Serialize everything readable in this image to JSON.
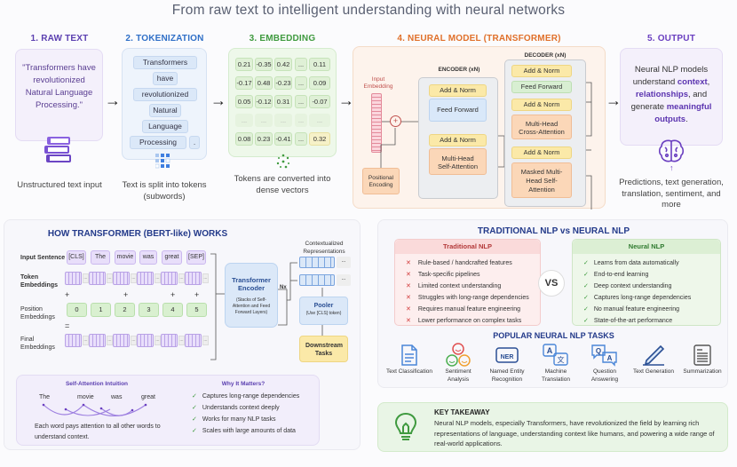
{
  "title": "From raw text to intelligent understanding with neural networks",
  "colors": {
    "raw": "#5b3fb0",
    "tokenization": "#2f6fc7",
    "embedding": "#3f9a3f",
    "neural": "#e0702a",
    "output": "#6a3fc0",
    "section": "#233a8a"
  },
  "stages": {
    "raw": {
      "heading": "1. RAW TEXT",
      "text": "\"Transformers have revolutionized Natural Language Processing.\"",
      "icon": "books-icon",
      "caption": "Unstructured text input"
    },
    "tokenization": {
      "heading": "2. TOKENIZATION",
      "tokens": [
        "Transformers",
        "have",
        "revolutionized",
        "Natural",
        "Language",
        "Processing",
        "."
      ],
      "icon": "token-grid-icon",
      "caption": "Text is split into tokens (subwords)"
    },
    "embedding": {
      "heading": "3. EMBEDDING",
      "rows": [
        [
          "0.21",
          "-0.35",
          "0.42",
          "...",
          "0.11"
        ],
        [
          "-0.17",
          "0.48",
          "-0.23",
          "...",
          "0.09"
        ],
        [
          "0.05",
          "-0.12",
          "0.31",
          "...",
          "-0.07"
        ],
        [
          "...",
          "...",
          "...",
          "...",
          "..."
        ],
        [
          "0.08",
          "0.23",
          "-0.41",
          "...",
          "0.32"
        ]
      ],
      "icon": "dots-cluster-icon",
      "caption": "Tokens are converted into dense vectors"
    },
    "neural": {
      "heading": "4. NEURAL MODEL (TRANSFORMER)",
      "input_embedding": "Input Embedding",
      "positional_encoding": "Positional Encoding",
      "encoder_label": "ENCODER (xN)",
      "decoder_label": "DECODER (xN)",
      "encoder_blocks": [
        "Add & Norm",
        "Feed Forward",
        "Add & Norm",
        "Multi-Head Self-Attention"
      ],
      "decoder_blocks": [
        "Add & Norm",
        "Feed Forward",
        "Add & Norm",
        "Multi-Head Cross-Attention",
        "Add & Norm",
        "Masked Multi-Head Self-Attention"
      ]
    },
    "output": {
      "heading": "5. OUTPUT",
      "text_parts": [
        "Neural NLP models understand ",
        "context",
        ", ",
        "relationships",
        ", and generate ",
        "meaningful outputs",
        "."
      ],
      "icon": "brain-icon",
      "caption": "Predictions, text generation, translation, sentiment, and more"
    }
  },
  "bert": {
    "heading": "HOW TRANSFORMER (BERT-like) WORKS",
    "row_labels": [
      "Input Sentence",
      "Token Embeddings",
      "Position Embeddings",
      "Final Embeddings"
    ],
    "words": [
      "[CLS]",
      "The",
      "movie",
      "was",
      "great",
      "[SEP]"
    ],
    "positions": [
      "0",
      "1",
      "2",
      "3",
      "4",
      "5"
    ],
    "plus": "+",
    "equals": "=",
    "encoder_title": "Transformer Encoder",
    "encoder_sub": "(Stacks of Self-Attention and Feed Forward Layers)",
    "nx": "Nx",
    "ctx_label": "Contextualized Representations",
    "ellipsis": "...",
    "pooler_title": "Pooler",
    "pooler_sub": "(Use [CLS] token)",
    "downstream": "Downstream Tasks",
    "attention": {
      "heading": "Self-Attention Intuition",
      "words": [
        "The",
        "movie",
        "was",
        "great"
      ],
      "caption": "Each word pays attention to all other words to understand context."
    },
    "why": {
      "heading": "Why It Matters?",
      "items": [
        "Captures long-range dependencies",
        "Understands context deeply",
        "Works for many NLP tasks",
        "Scales with large amounts of data"
      ]
    }
  },
  "compare": {
    "heading": "TRADITIONAL NLP vs NEURAL NLP",
    "vs": "VS",
    "traditional": {
      "title": "Traditional NLP",
      "items": [
        "Rule-based / handcrafted features",
        "Task-specific pipelines",
        "Limited context understanding",
        "Struggles with long-range dependencies",
        "Requires manual feature engineering",
        "Lower performance on complex tasks"
      ]
    },
    "neural": {
      "title": "Neural NLP",
      "items": [
        "Learns from data automatically",
        "End-to-end learning",
        "Deep context understanding",
        "Captures long-range dependencies",
        "No manual feature engineering",
        "State-of-the-art performance"
      ]
    }
  },
  "tasks": {
    "heading": "POPULAR NEURAL NLP TASKS",
    "items": [
      {
        "label": "Text Classification",
        "icon": "document-icon"
      },
      {
        "label": "Sentiment Analysis",
        "icon": "emoji-faces-icon"
      },
      {
        "label": "Named Entity Recognition",
        "icon": "ner-icon",
        "badge": "NER"
      },
      {
        "label": "Machine Translation",
        "icon": "translate-icon"
      },
      {
        "label": "Question Answering",
        "icon": "qa-bubbles-icon"
      },
      {
        "label": "Text Generation",
        "icon": "pen-icon"
      },
      {
        "label": "Summarization",
        "icon": "summary-doc-icon"
      }
    ]
  },
  "takeaway": {
    "heading": "KEY TAKEAWAY",
    "text": "Neural NLP models, especially Transformers, have revolutionized the field by learning rich representations of language, understanding context like humans, and powering a wide range of real-world applications.",
    "icon": "lightbulb-icon"
  }
}
